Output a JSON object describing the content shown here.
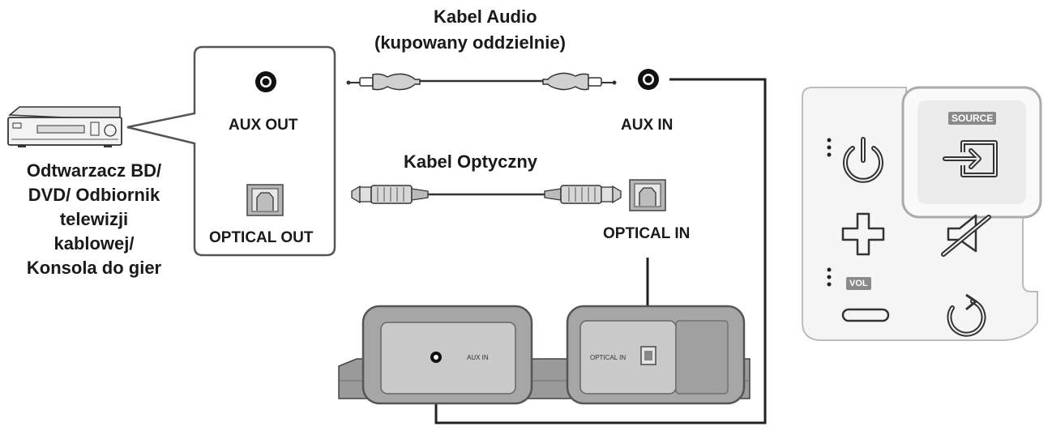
{
  "cable_labels": {
    "audio_line1": "Kabel Audio",
    "audio_line2": "(kupowany oddzielnie)",
    "optical": "Kabel Optyczny"
  },
  "ports": {
    "aux_out": "AUX OUT",
    "optical_out": "OPTICAL OUT",
    "aux_in": "AUX IN",
    "optical_in": "OPTICAL IN"
  },
  "speaker_panel": {
    "aux_in_small": "AUX IN",
    "optical_in_small": "OPTICAL IN"
  },
  "source_device": {
    "lines": [
      "Odtwarzacz BD/",
      "DVD/ Odbiornik",
      "telewizji",
      "kablowej/",
      "Konsola do gier"
    ]
  },
  "remote": {
    "source_badge": "SOURCE",
    "vol_badge": "VOL"
  },
  "icons": [
    "source-device-icon",
    "power-icon",
    "source-input-icon",
    "plus-icon",
    "minus-icon",
    "mute-icon",
    "repeat-icon",
    "aux-jack-icon",
    "optical-port-icon",
    "audio-cable-icon",
    "optical-cable-icon"
  ]
}
